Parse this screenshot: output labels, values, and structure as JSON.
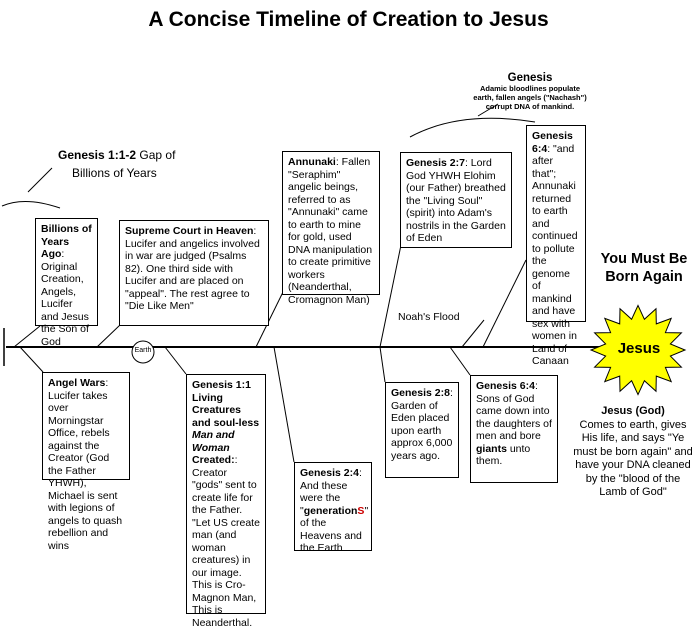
{
  "title": "A Concise Timeline of Creation to Jesus",
  "colors": {
    "burst_fill": "#ffff00",
    "line": "#000000",
    "accent_red": "#cc0000"
  },
  "annotations": {
    "gap_ref": "Genesis 1:1-2",
    "gap_text_1": "Gap of",
    "gap_text_2": "Billions of Years",
    "genesis_heading": "Genesis",
    "genesis_sub_1": "Adamic bloodlines populate",
    "genesis_sub_2": "earth, fallen angels (\"Nachash\")",
    "genesis_sub_3": "corrupt DNA of mankind.",
    "earth": "Earth",
    "noah": "Noah's Flood"
  },
  "boxes": {
    "billions": {
      "head": "Billions of Years Ago",
      "text": ": Original Creation, Angels, Lucifer and Jesus the Son of God"
    },
    "supreme": {
      "head": "Supreme Court in Heaven",
      "text": ": Lucifer and angelics involved in war are judged (Psalms 82). One third side with Lucifer and are placed on \"appeal\".  The rest agree to \"Die Like Men\""
    },
    "annunaki": {
      "head": "Annunaki",
      "text": ": Fallen \"Seraphim\" angelic beings, referred to as \"Annunaki\" came to earth to mine for gold, used DNA manipulation to create primitive workers (Neanderthal, Cromagnon Man)"
    },
    "gen27": {
      "head": "Genesis 2:7",
      "text": ": Lord God YHWH Elohim (our Father) breathed the \"Living Soul\" (spirit) into Adam's nostrils in the Garden of Eden"
    },
    "gen64a": {
      "head": "Genesis 6:4",
      "text": ": \"and after that\"; Annunaki returned to earth and continued to pollute the genome of mankind and have sex with women in Land of Canaan"
    },
    "angel": {
      "head": "Angel Wars",
      "text": ": Lucifer takes over Morningstar Office, rebels against the Creator (God the Father YHWH), Michael is sent with legions of angels to quash rebellion and wins"
    },
    "gen11": {
      "head": "Genesis 1:1 Living Creatures and soul-less",
      "italic": "Man and Woman",
      "head2": " Created:",
      "text": ": Creator \"gods\" sent to create life for the Father. \"Let US create man (and woman creatures) in our image. This is Cro-Magnon Man, This is Neanderthal."
    },
    "gen24": {
      "head": "Genesis 2:4",
      "text": ": And these were the \"",
      "gen": "generation",
      "s": "S",
      "text2": "\" of the Heavens and the Earth"
    },
    "gen28": {
      "head": "Genesis 2:8",
      "text": ": Garden of Eden placed upon earth approx 6,000 years ago."
    },
    "gen64b": {
      "head": "Genesis 6:4",
      "text": ": Sons of God came down into the daughters of men and bore ",
      "bold": "giants",
      "text2": " unto them."
    }
  },
  "jesus": {
    "you_must": "You Must Be Born Again",
    "burst": "Jesus",
    "label": "Jesus (God)",
    "text": "Comes to earth, gives His life, and says \"Ye must be born again\" and have your DNA cleaned by the \"blood of the Lamb of God\""
  }
}
